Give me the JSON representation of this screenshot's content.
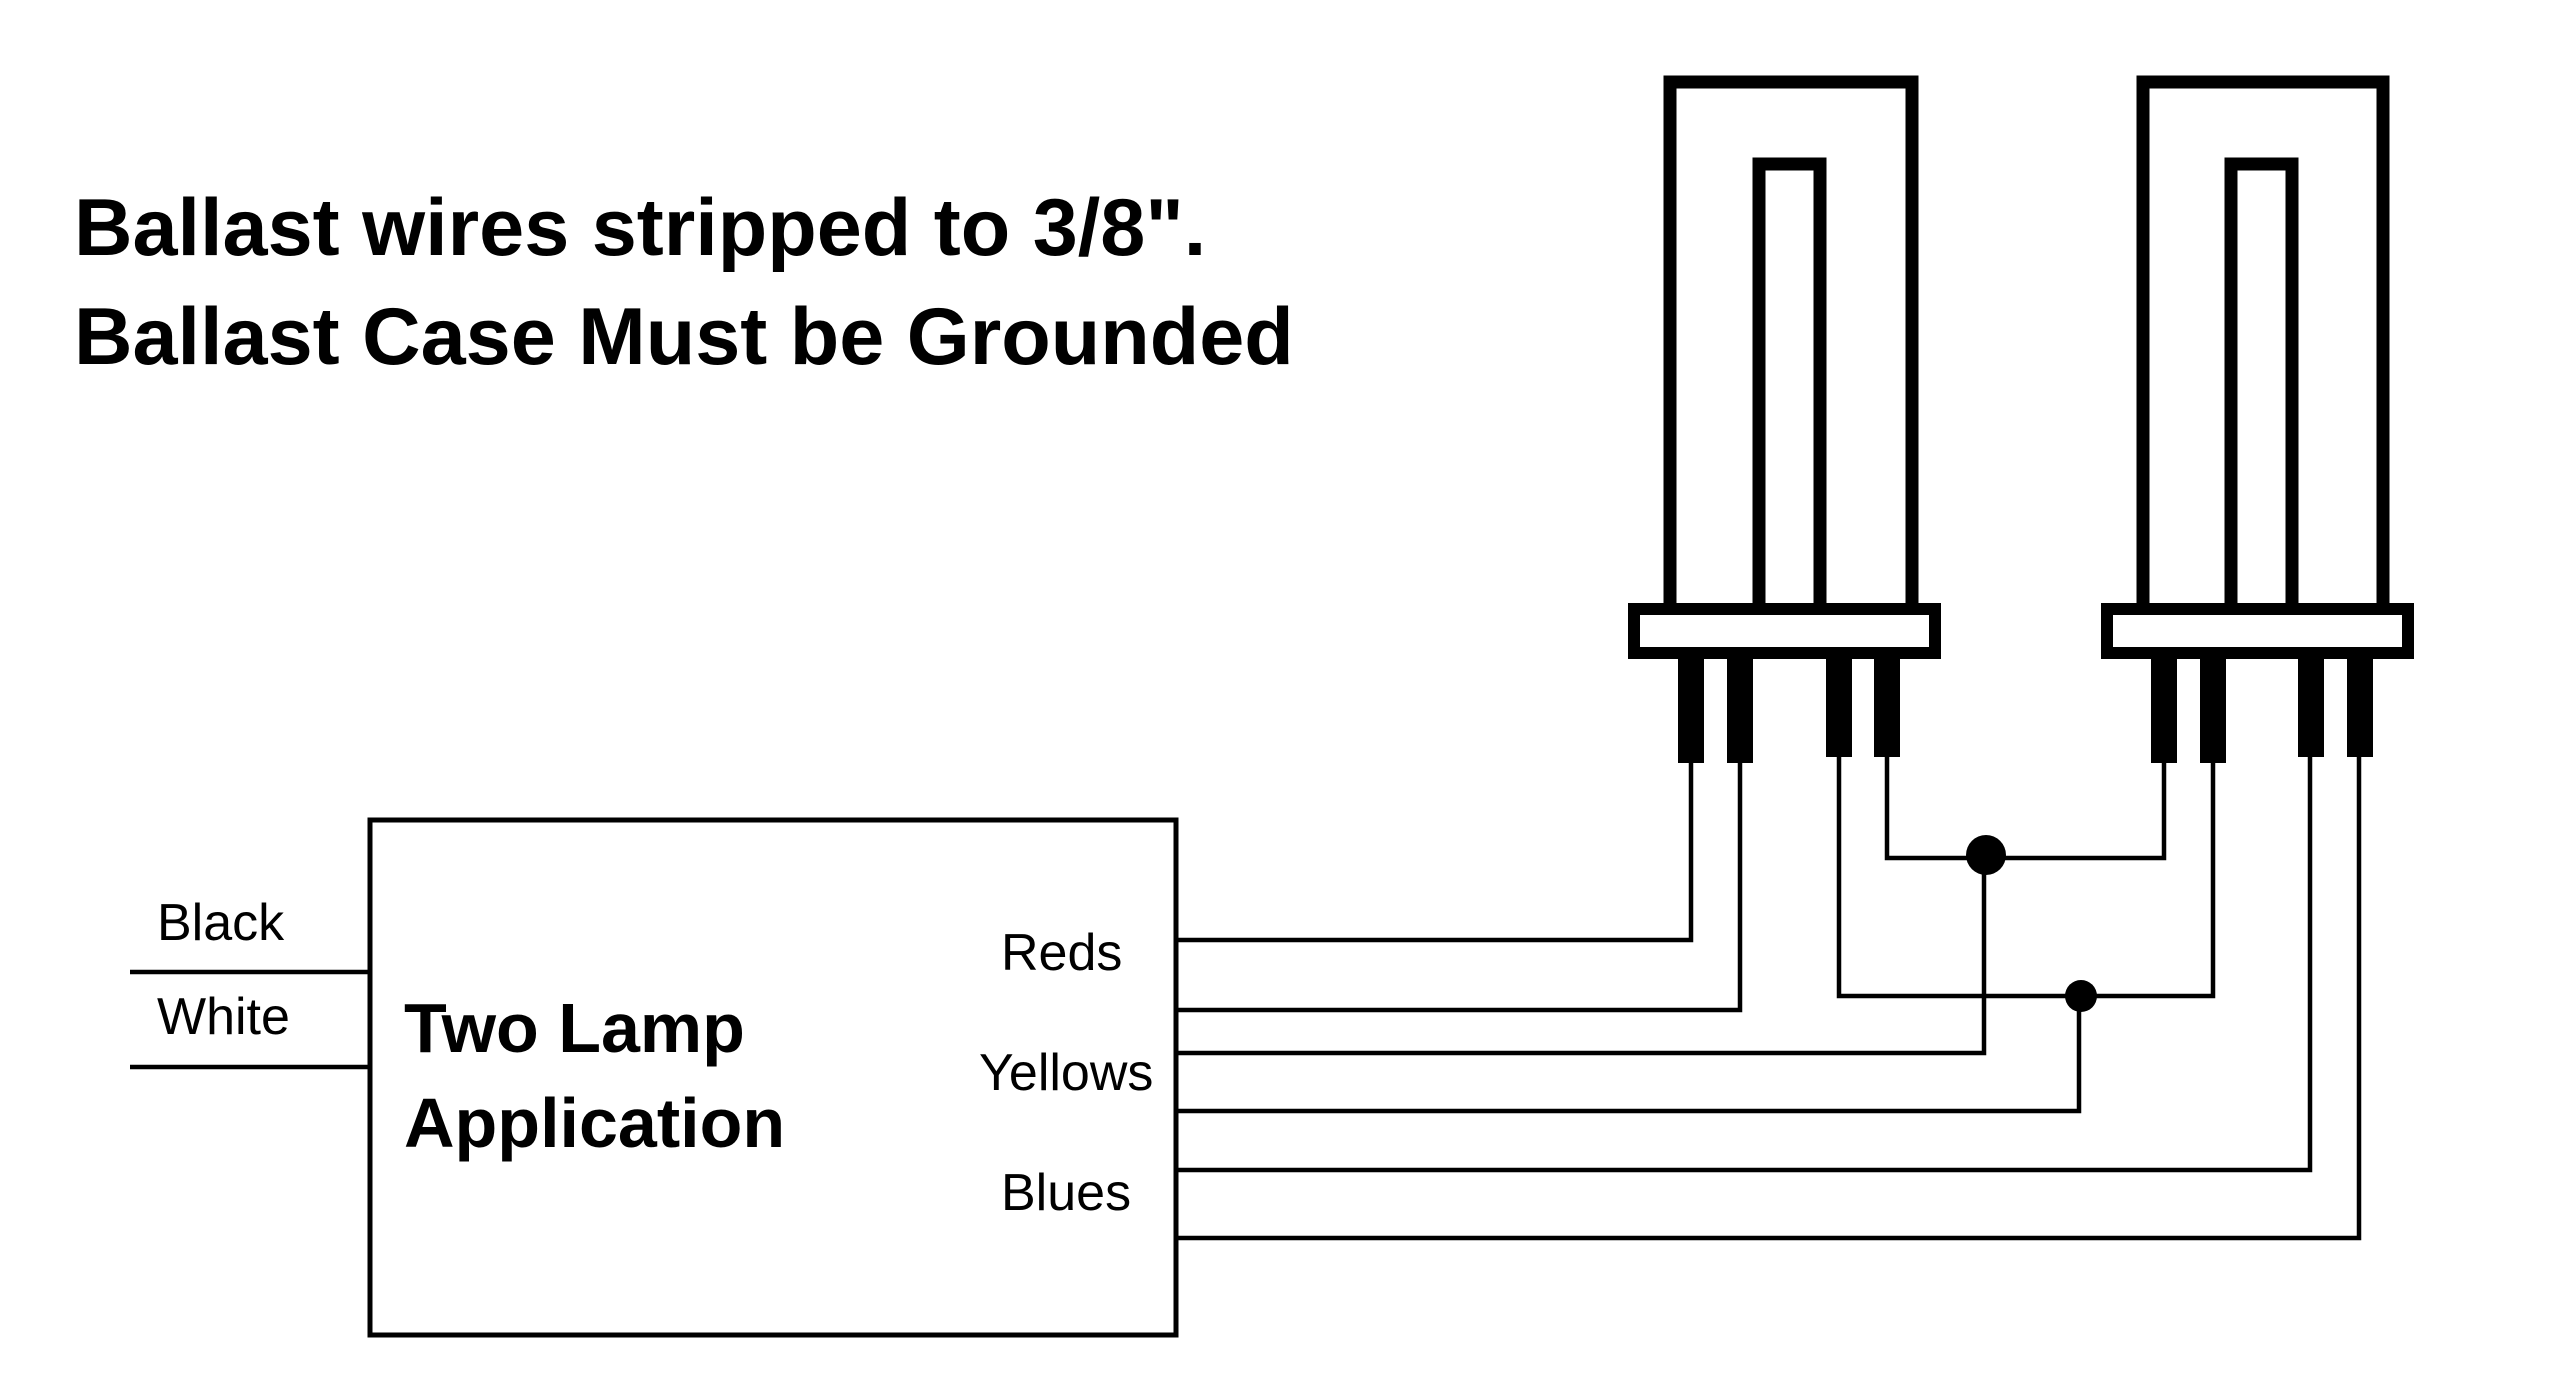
{
  "notes": {
    "line1": "Ballast wires stripped to 3/8\".",
    "line2": "Ballast Case Must be Grounded"
  },
  "ballast": {
    "label_line1": "Two Lamp",
    "label_line2": "Application"
  },
  "input_wires": [
    {
      "label": "Black"
    },
    {
      "label": "White"
    }
  ],
  "output_wires": [
    {
      "label": "Reds"
    },
    {
      "label": "Yellows"
    },
    {
      "label": "Blues"
    }
  ],
  "colors": {
    "line": "#000000",
    "background": "#ffffff"
  }
}
